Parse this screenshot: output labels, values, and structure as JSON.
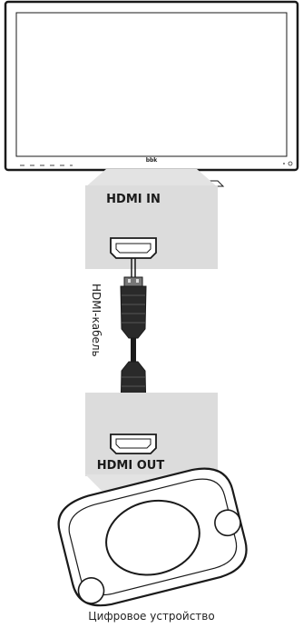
{
  "tv": {
    "brand": "bbk"
  },
  "hdmi_in": {
    "label": "HDMI IN"
  },
  "cable": {
    "label": "HDMI-кабель"
  },
  "hdmi_out": {
    "label": "HDMI OUT"
  },
  "device": {
    "caption": "Цифровое устройство"
  },
  "colors": {
    "panel": "#dcdcdc",
    "cable": "#1a1a1a",
    "connector": "#555555",
    "outline": "#1a1a1a"
  }
}
